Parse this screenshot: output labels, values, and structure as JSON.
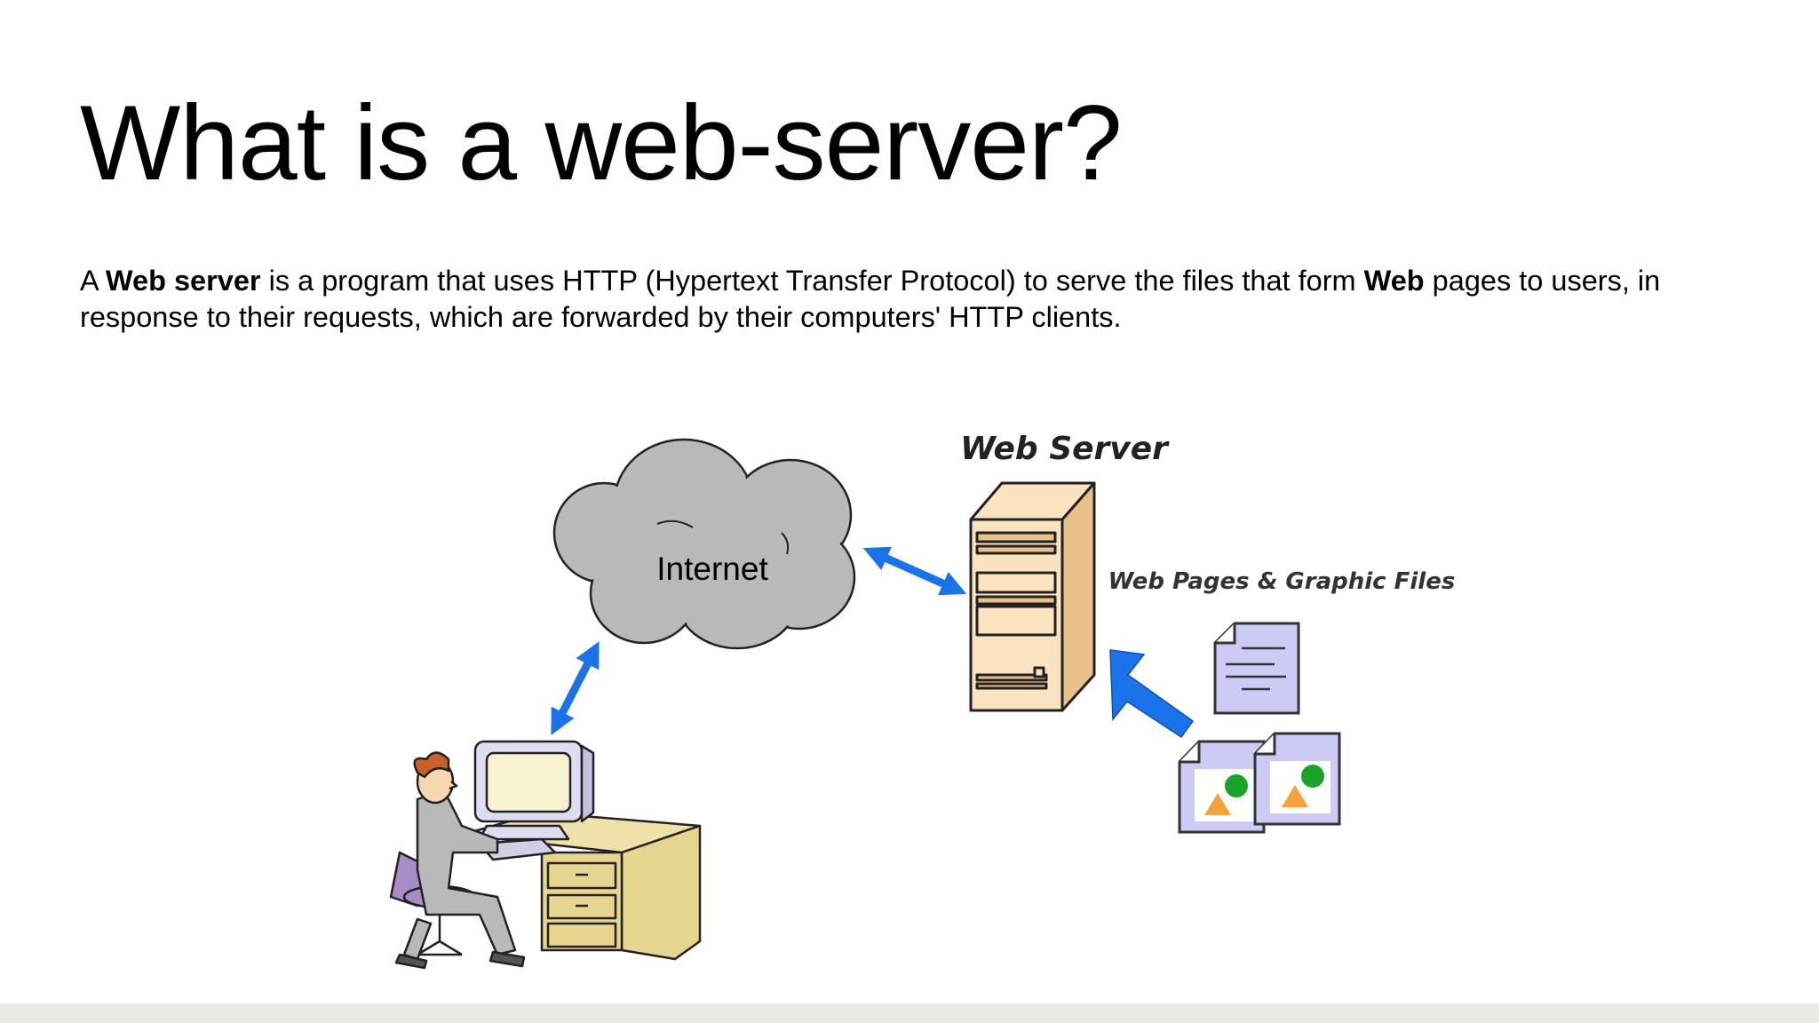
{
  "slide": {
    "title": "What is a web-server?",
    "body": {
      "p1": "A ",
      "b1": "Web server",
      "p2": " is a program that uses HTTP (Hypertext Transfer Protocol) to serve the files that form ",
      "b2": "Web",
      "p3": " pages to users, in response to their requests, which are forwarded by their computers' HTTP clients."
    }
  },
  "diagram": {
    "cloud_label": "Internet",
    "server_label": "Web Server",
    "files_label": "Web Pages & Graphic Files",
    "colors": {
      "cloud": "#b9b9b9",
      "arrow": "#1a73e8",
      "server_body": "#fbe2c0",
      "server_side": "#e9bf8a",
      "document": "#cbcbf5",
      "desk": "#e6d58f",
      "triangle": "#f2a33a",
      "circle": "#1aa329"
    },
    "icons": [
      "cloud-icon",
      "server-tower-icon",
      "document-icon",
      "image-file-icon",
      "user-at-computer-icon",
      "double-arrow-icon",
      "arrow-icon"
    ]
  }
}
